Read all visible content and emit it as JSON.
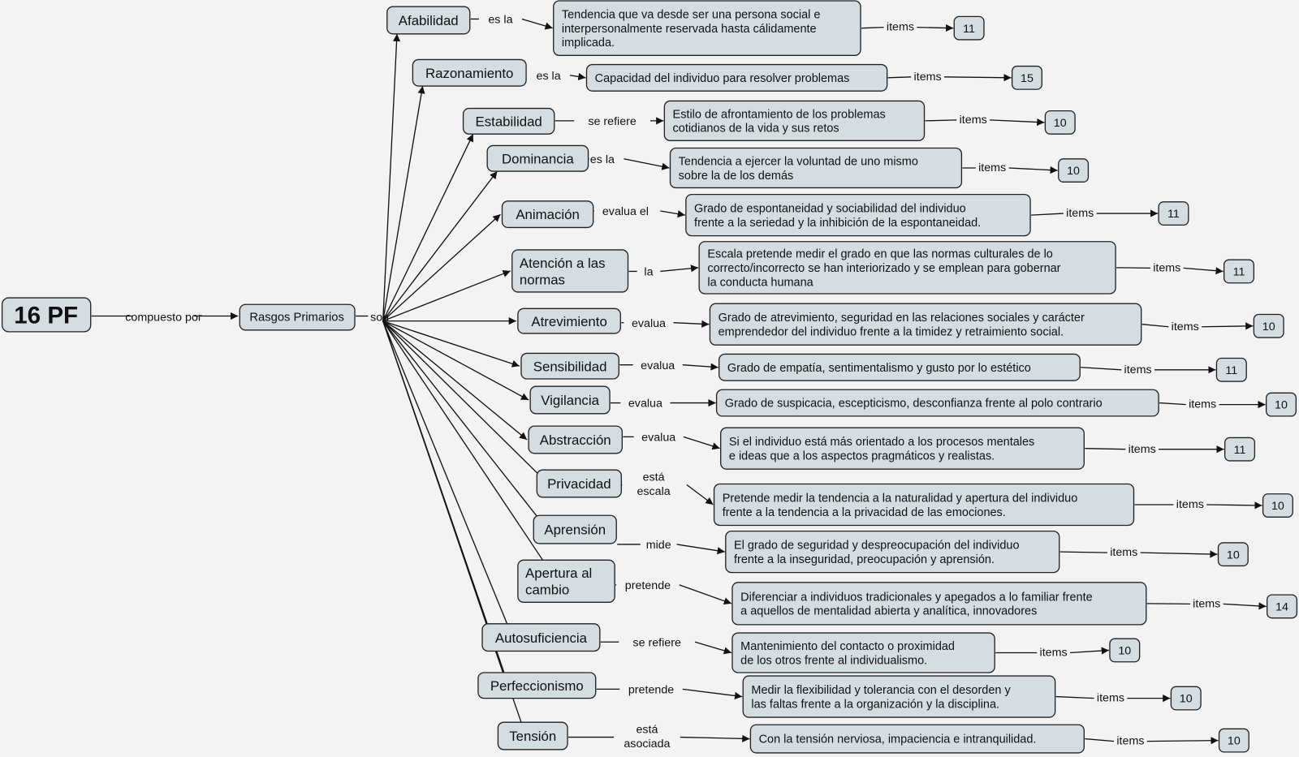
{
  "root": {
    "label": "16 PF",
    "link": "compuesto por"
  },
  "category": {
    "label": "Rasgos Primarios",
    "link": "son"
  },
  "items_label": "items",
  "traits": [
    {
      "name": "Afabilidad",
      "link": [
        "es la"
      ],
      "desc": [
        "Tendencia que va desde ser una persona social e",
        "interpersonalmente reservada hasta cálidamente",
        "implicada."
      ],
      "items": "11"
    },
    {
      "name": "Razonamiento",
      "link": [
        "es la"
      ],
      "desc": [
        "Capacidad del individuo para resolver problemas"
      ],
      "items": "15"
    },
    {
      "name": "Estabilidad",
      "link": [
        "se refiere"
      ],
      "desc": [
        "Estilo de afrontamiento de los problemas",
        "cotidianos de la vida y sus retos"
      ],
      "items": "10"
    },
    {
      "name": "Dominancia",
      "link": [
        "es la"
      ],
      "desc": [
        "Tendencia a ejercer la voluntad de uno mismo",
        "sobre la de los demás"
      ],
      "items": "10"
    },
    {
      "name": "Animación",
      "link": [
        "evalua el"
      ],
      "desc": [
        "Grado de espontaneidad y  sociabilidad del individuo",
        "frente a la seriedad y la  inhibición de la espontaneidad."
      ],
      "items": "11"
    },
    {
      "name": [
        "Atención a las",
        "normas"
      ],
      "link": [
        "la"
      ],
      "desc": [
        "Escala pretende medir el grado en que las normas culturales de lo",
        "correcto/incorrecto se han interiorizado y se emplean para gobernar",
        "la conducta humana"
      ],
      "items": "11"
    },
    {
      "name": "Atrevimiento",
      "link": [
        "evalua"
      ],
      "desc": [
        "Grado de atrevimiento, seguridad en las relaciones sociales y carácter",
        "emprendedor del individuo frente a la timidez y retraimiento social."
      ],
      "items": "10"
    },
    {
      "name": "Sensibilidad",
      "link": [
        "evalua"
      ],
      "desc": [
        "Grado de empatía, sentimentalismo y gusto por lo estético"
      ],
      "items": "11"
    },
    {
      "name": "Vigilancia",
      "link": [
        "evalua"
      ],
      "desc": [
        "Grado de suspicacia, escepticismo, desconfianza frente al polo contrario"
      ],
      "items": "10"
    },
    {
      "name": "Abstracción",
      "link": [
        "evalua"
      ],
      "desc": [
        "Si el individuo está más orientado a los procesos mentales",
        "e ideas que a los aspectos pragmáticos y realistas."
      ],
      "items": "11"
    },
    {
      "name": "Privacidad",
      "link": [
        "está",
        "escala"
      ],
      "desc": [
        "Pretende medir la tendencia a la naturalidad y apertura del individuo",
        "frente a la tendencia a la privacidad de las emociones."
      ],
      "items": "10"
    },
    {
      "name": "Aprensión",
      "link": [
        "mide"
      ],
      "desc": [
        "El grado de seguridad y despreocupación del individuo",
        "frente a la inseguridad, preocupación y aprensión."
      ],
      "items": "10"
    },
    {
      "name": [
        "Apertura al",
        "cambio"
      ],
      "link": [
        "pretende"
      ],
      "desc": [
        "Diferenciar a individuos tradicionales y apegados a lo familiar frente",
        "a aquellos de mentalidad abierta y analítica, innovadores"
      ],
      "items": "14"
    },
    {
      "name": "Autosuficiencia",
      "link": [
        "se refiere"
      ],
      "desc": [
        "Mantenimiento del contacto o proximidad",
        "de los otros frente al individualismo."
      ],
      "items": "10"
    },
    {
      "name": "Perfeccionismo",
      "link": [
        "pretende"
      ],
      "desc": [
        "Medir la flexibilidad y tolerancia con el desorden y",
        "las faltas frente a la organización y la disciplina."
      ],
      "items": "10"
    },
    {
      "name": "Tensión",
      "link": [
        "está",
        "asociada"
      ],
      "desc": [
        "Con la tensión nerviosa, impaciencia e intranquilidad."
      ],
      "items": "10"
    }
  ]
}
